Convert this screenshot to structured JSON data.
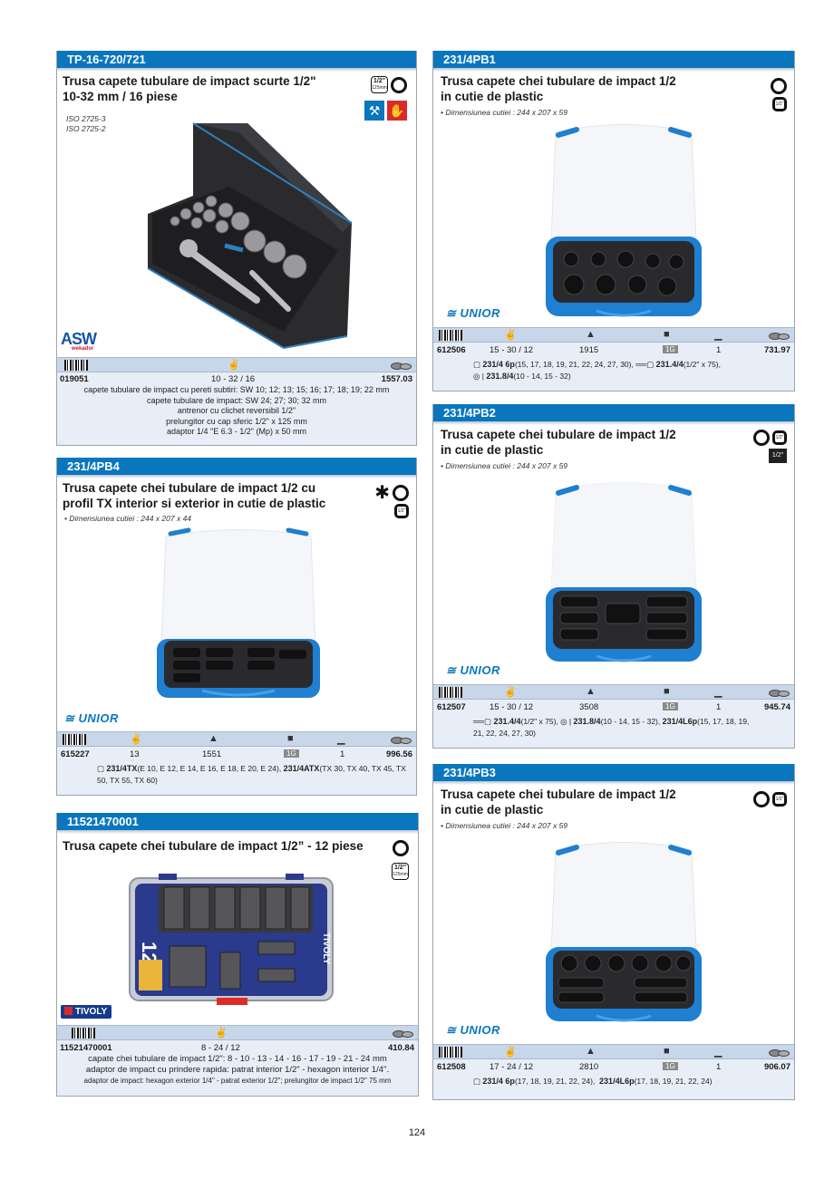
{
  "page_number": "124",
  "colors": {
    "header_blue": "#0a76be",
    "spec_header": "#c8d6ea",
    "spec_body": "#e8eef7"
  },
  "spec_icons": {
    "code": "barcode-icon",
    "size_range": "hand-size-icon",
    "weight": "weight-icon",
    "packaging": "packaging-icon",
    "quantity": "quantity-icon",
    "price": "coins-icon"
  },
  "products": {
    "tp16": {
      "code": "TP-16-720/721",
      "title_line1": "Trusa capete tubulare de impact scurte 1/2\"",
      "title_line2": "10-32 mm / 16 piese",
      "iso": [
        "ISO 2725-3",
        "ISO 2725-2"
      ],
      "icons": [
        "half-inch-125mm-icon",
        "hexagon-socket-icon",
        "impact-drill-icon",
        "protective-glove-icon"
      ],
      "brand": "ASW",
      "brand_sub": "wekador",
      "article": "019051",
      "size": "10 - 32 / 16",
      "price": "1557.03",
      "description": [
        "capete tubulare de impact cu pereti subtiri: SW 10; 12; 13; 15; 16; 17; 18; 19; 22 mm",
        "capete tubulare de impact: SW 24; 27; 30; 32 mm",
        "antrenor cu clichet reversibil 1/2\"",
        "prelungitor cu cap sferic 1/2\" x 125  mm",
        "adaptor 1/4 \"E 6.3 - 1/2\" (Mp) x 50 mm"
      ]
    },
    "pb1": {
      "code": "231/4PB1",
      "title_line1": "Trusa capete chei tubulare de impact 1/2",
      "title_line2": "in cutie de plastic",
      "note": "Dimensiunea cutiei : 244 x 207 x 59",
      "brand": "UNIOR",
      "article": "612506",
      "size": "15 - 30 / 12",
      "weight": "1915",
      "packaging": "1G",
      "quantity": "1",
      "price": "731.97",
      "includes": [
        {
          "code": "231/4 6p",
          "detail": "(15, 17, 18, 19, 21, 22, 24, 27, 30),"
        },
        {
          "code": "231.4/4",
          "detail": "(1/2\" x 75),"
        },
        {
          "code": "231.8/4",
          "detail": "(10 - 14, 15 - 32)"
        }
      ]
    },
    "pb2": {
      "code": "231/4PB2",
      "title_line1": "Trusa capete chei tubulare de impact 1/2",
      "title_line2": "in cutie de plastic",
      "note": "Dimensiunea cutiei : 244 x 207 x 59",
      "black_badge": "1/2\"",
      "brand": "UNIOR",
      "article": "612507",
      "size": "15 - 30 / 12",
      "weight": "3508",
      "packaging": "1G",
      "quantity": "1",
      "price": "945.74",
      "includes": [
        {
          "code": "231.4/4",
          "detail": "(1/2\" x 75),"
        },
        {
          "code": "231.8/4",
          "detail": "(10 - 14, 15 - 32),"
        },
        {
          "code": "231/4L6p",
          "detail": "(15, 17, 18, 19,"
        },
        {
          "detail": "21, 22, 24, 27, 30)"
        }
      ]
    },
    "pb4": {
      "code": "231/4PB4",
      "title_line1": "Trusa capete chei tubulare de impact 1/2 cu",
      "title_line2": "profil TX interior si exterior in cutie de plastic",
      "note": "Dimensiunea cutiei : 244 x 207 x 44",
      "brand": "UNIOR",
      "article": "615227",
      "size": "13",
      "weight": "1551",
      "packaging": "1G",
      "quantity": "1",
      "price": "996.56",
      "includes": [
        {
          "code": "231/4TX",
          "detail": "(E 10, E 12, E 14, E 16, E 18, E 20, E 24),"
        },
        {
          "code": "231/4ATX",
          "detail": "(TX 30, TX 40, TX 45,"
        },
        {
          "detail": "TX 50, TX 55, TX 60)"
        }
      ]
    },
    "tivoly": {
      "code": "11521470001",
      "title": "Trusa capete chei tubulare de impact 1/2” - 12 piese",
      "brand": "TIVOLY",
      "box_count": "12",
      "box_count_sub": "Pcs",
      "article": "11521470001",
      "size": "8 - 24 / 12",
      "price": "410.84",
      "description": [
        "capate chei tubulare de impact 1/2\": 8 - 10 - 13 - 14 - 16 - 17 - 19 - 21 - 24 mm",
        "adaptor de impact cu prindere rapida: patrat interior 1/2\" -  hexagon interior 1/4\".",
        "adaptor de impact: hexagon exterior 1/4\" - patrat exterior 1/2\"; prelungitor de impact 1/2\" 75 mm"
      ]
    },
    "pb3": {
      "code": "231/4PB3",
      "title_line1": "Trusa capete chei tubulare de impact 1/2",
      "title_line2": "in cutie de plastic",
      "note": "Dimensiunea cutiei : 244 x 207 x 59",
      "brand": "UNIOR",
      "article": "612508",
      "size": "17 - 24 / 12",
      "weight": "2810",
      "packaging": "1G",
      "quantity": "1",
      "price": "906.07",
      "includes": [
        {
          "code": "231/4 6p",
          "detail": "(17, 18, 19, 21, 22, 24),"
        },
        {
          "code": "231/4L6p",
          "detail": "(17, 18, 19, 21, 22, 24)"
        }
      ]
    }
  },
  "icon_labels": {
    "half": "1/2\"",
    "half_mm": "125mm",
    "small_half": "1/2\""
  }
}
